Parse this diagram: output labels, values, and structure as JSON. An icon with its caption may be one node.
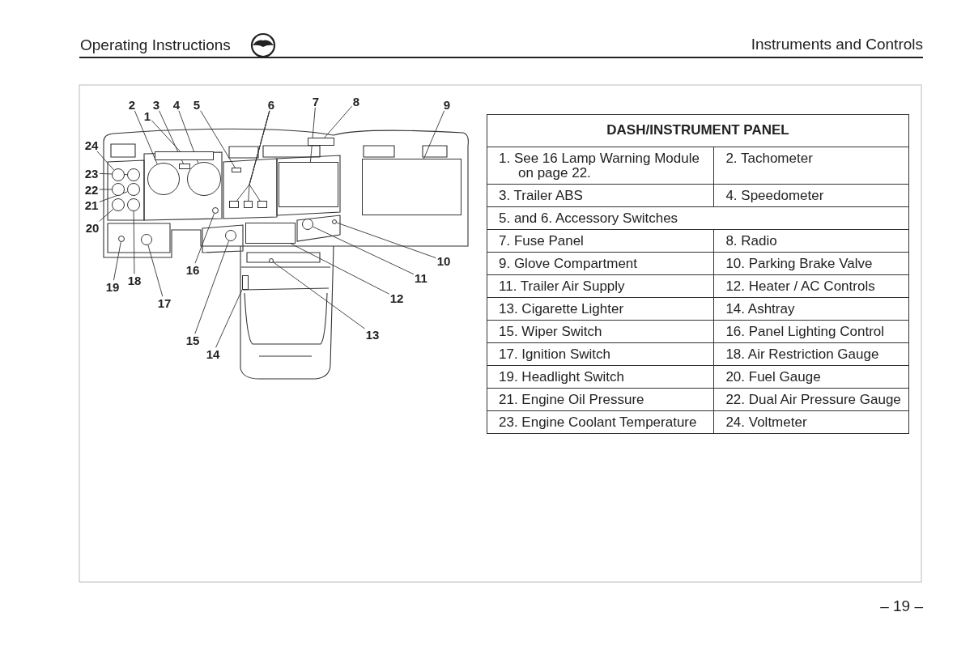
{
  "diagram": {
    "nodes": [
      {
        "text": [
          "1"
        ]
      },
      {
        "text": [
          "2"
        ]
      },
      {
        "text": [
          "3"
        ]
      },
      {
        "text": [
          "4"
        ]
      },
      {
        "text": [
          "5"
        ]
      },
      {
        "text": [
          "6"
        ]
      },
      {
        "text": [
          "7"
        ]
      },
      {
        "text": [
          "8"
        ]
      },
      {
        "text": [
          "9"
        ]
      },
      {
        "text": [
          "10"
        ]
      },
      {
        "text": [
          "11"
        ]
      },
      {
        "text": [
          "12"
        ]
      },
      {
        "text": [
          "13"
        ]
      },
      {
        "text": [
          "14"
        ]
      },
      {
        "text": [
          "15"
        ]
      },
      {
        "text": [
          "16"
        ]
      },
      {
        "text": [
          "17"
        ]
      },
      {
        "text": [
          "18"
        ]
      },
      {
        "text": [
          "19"
        ]
      },
      {
        "text": [
          "20"
        ]
      },
      {
        "text": [
          "21"
        ]
      },
      {
        "text": [
          "22"
        ]
      },
      {
        "text": [
          "23"
        ]
      },
      {
        "text": [
          "24"
        ]
      },
      {
        "text": [],
        "shape": "box"
      },
      {
        "text": [],
        "shape": "circle"
      },
      {
        "text": [],
        "shape": "box"
      },
      {
        "text": [],
        "shape": "circle"
      },
      {
        "text": [],
        "shape": "box"
      },
      {
        "text": [],
        "shape": "box"
      },
      {
        "text": [],
        "shape": "box"
      },
      {
        "text": [],
        "shape": "box"
      },
      {
        "text": [],
        "shape": "box"
      },
      {
        "text": [],
        "shape": "box"
      },
      {
        "text": [],
        "shape": "box"
      },
      {
        "text": [],
        "shape": "circle"
      },
      {
        "text": [],
        "shape": "circle"
      },
      {
        "text": [],
        "shape": "box"
      },
      {
        "text": [],
        "shape": "circle"
      },
      {
        "text": [],
        "shape": "box"
      },
      {
        "text": [],
        "shape": "circle"
      },
      {
        "text": [],
        "shape": "circle"
      },
      {
        "text": [],
        "shape": "circle"
      },
      {
        "text": [],
        "shape": "circle"
      },
      {
        "text": [],
        "shape": "circle"
      },
      {
        "text": [],
        "shape": "circle"
      },
      {
        "text": [],
        "shape": "circle"
      },
      {
        "text": [],
        "shape": "circle"
      },
      {
        "text": [],
        "shape": "circle"
      },
      {
        "text": [],
        "shape": "circle"
      }
    ],
    "edges": [
      {
        "from": 0,
        "to": 24,
        "arrow": "none"
      },
      {
        "from": 1,
        "to": 25,
        "arrow": "none"
      },
      {
        "from": 2,
        "to": 26,
        "arrow": "none"
      },
      {
        "from": 3,
        "to": 27,
        "arrow": "none"
      },
      {
        "from": 4,
        "to": 28,
        "arrow": "none"
      },
      {
        "from": 5,
        "to": 29,
        "arrow": "none"
      },
      {
        "from": 5,
        "to": 30,
        "arrow": "none"
      },
      {
        "from": 5,
        "to": 31,
        "arrow": "none"
      },
      {
        "from": 6,
        "to": 32,
        "arrow": "none"
      },
      {
        "from": 7,
        "to": 33,
        "arrow": "none"
      },
      {
        "from": 8,
        "to": 34,
        "arrow": "none"
      },
      {
        "from": 9,
        "to": 35,
        "arrow": "none"
      },
      {
        "from": 10,
        "to": 36,
        "arrow": "none"
      },
      {
        "from": 11,
        "to": 37,
        "arrow": "none"
      },
      {
        "from": 12,
        "to": 38,
        "arrow": "none"
      },
      {
        "from": 13,
        "to": 39,
        "arrow": "none"
      },
      {
        "from": 14,
        "to": 40,
        "arrow": "none"
      },
      {
        "from": 15,
        "to": 41,
        "arrow": "none"
      },
      {
        "from": 16,
        "to": 42,
        "arrow": "none"
      },
      {
        "from": 17,
        "to": 43,
        "arrow": "none"
      },
      {
        "from": 18,
        "to": 44,
        "arrow": "none"
      },
      {
        "from": 19,
        "to": 45,
        "arrow": "none"
      },
      {
        "from": 20,
        "to": 46,
        "arrow": "none"
      },
      {
        "from": 21,
        "to": 47,
        "arrow": "none"
      },
      {
        "from": 22,
        "to": 48,
        "arrow": "none"
      },
      {
        "from": 23,
        "to": 49,
        "arrow": "none"
      }
    ],
    "labels": [
      "Operating Instructions",
      "Instruments and Controls",
      "DASH/INSTRUMENT PANEL",
      "1. See 16 Lamp Warning Module on page 22.",
      "2. Tachometer",
      "3. Trailer ABS",
      "4. Speedometer",
      "5. and 6. Accessory Switches",
      "7. Fuse Panel",
      "8. Radio",
      "9. Glove Compartment",
      "10. Parking Brake Valve",
      "11. Trailer Air Supply",
      "12. Heater / AC Controls",
      "13. Cigarette Lighter",
      "14. Ashtray",
      "15. Wiper Switch",
      "16. Panel Lighting Control",
      "17. Ignition Switch",
      "18. Air Restriction Gauge",
      "19. Headlight Switch",
      "20. Fuel Gauge",
      "21. Engine Oil Pressure",
      "22. Dual Air Pressure Gauge",
      "23. Engine Coolant Temperature",
      "24. Voltmeter",
      "– 19 –"
    ]
  }
}
